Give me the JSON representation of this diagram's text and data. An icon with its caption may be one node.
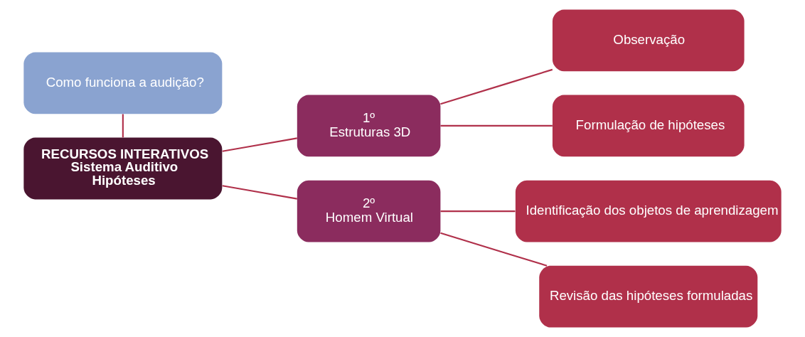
{
  "diagram": {
    "nodes": [
      {
        "text": [
          "Como funciona a audição?"
        ]
      },
      {
        "text": [
          "RECURSOS INTERATIVOS",
          "Sistema Auditivo",
          "Hipóteses"
        ]
      },
      {
        "text": [
          "1º",
          "Estruturas 3D"
        ]
      },
      {
        "text": [
          "2º",
          "Homem Virtual"
        ]
      },
      {
        "text": [
          "Observação"
        ]
      },
      {
        "text": [
          "Formulação de hipóteses"
        ]
      },
      {
        "text": [
          "Identificação dos objetos de aprendizagem"
        ]
      },
      {
        "text": [
          "Revisão das hipóteses formuladas"
        ]
      }
    ],
    "edges": [
      {
        "from": 0,
        "to": 1,
        "arrow": "none"
      },
      {
        "from": 1,
        "to": 2,
        "arrow": "none"
      },
      {
        "from": 1,
        "to": 3,
        "arrow": "none"
      },
      {
        "from": 2,
        "to": 4,
        "arrow": "none"
      },
      {
        "from": 2,
        "to": 5,
        "arrow": "none"
      },
      {
        "from": 3,
        "to": 6,
        "arrow": "none"
      },
      {
        "from": 3,
        "to": 7,
        "arrow": "none"
      }
    ]
  }
}
